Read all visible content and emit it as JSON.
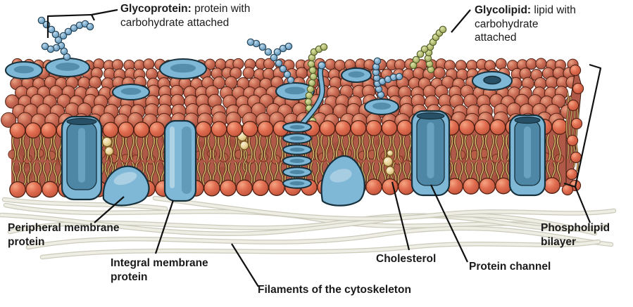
{
  "labels": {
    "glycoprotein": {
      "term": "Glycoprotein:",
      "rest": " protein with",
      "line2": "carbohydrate attached"
    },
    "glycolipid": {
      "term": "Glycolipid:",
      "rest": " lipid with",
      "line2": "carbohydrate",
      "line3": "attached"
    },
    "peripheral": {
      "line1": "Peripheral membrane",
      "line2": "protein"
    },
    "integral": {
      "line1": "Integral membrane",
      "line2": "protein"
    },
    "filaments": {
      "text": "Filaments of the cytoskeleton"
    },
    "cholesterol": {
      "text": "Cholesterol"
    },
    "protein_channel": {
      "text": "Protein channel"
    },
    "bilayer": {
      "line1": "Phospholipid",
      "line2": "bilayer"
    }
  },
  "colors": {
    "background": "#ffffff",
    "head_top": "#c96a54",
    "head_top_hi": "#e8a184",
    "head_front": "#e06c4f",
    "head_front_hi": "#f5a584",
    "head_outline": "#4f2013",
    "interior": "#b05948",
    "interior_head": "#b85e48",
    "interior_head_outline": "#70301e",
    "interior_mottle": "#9a4535",
    "tail": "#cfa766",
    "tail_outline": "#3e2410",
    "protein": "#7fb7d6",
    "protein_light": "#cfe4ef",
    "protein_dark": "#4e87a6",
    "protein_deep": "#275066",
    "protein_outline": "#16303c",
    "bead_blue": "#85b3d3",
    "bead_blue_outline": "#27465a",
    "bead_green": "#bcc47b",
    "bead_green_outline": "#55622a",
    "cholesterol": "#ecd9a0",
    "cholesterol_outline": "#7a5c22",
    "filament": "#efeee4",
    "filament_outline": "#cccabb",
    "leader": "#111111",
    "label_text": "#1a1a1a"
  }
}
